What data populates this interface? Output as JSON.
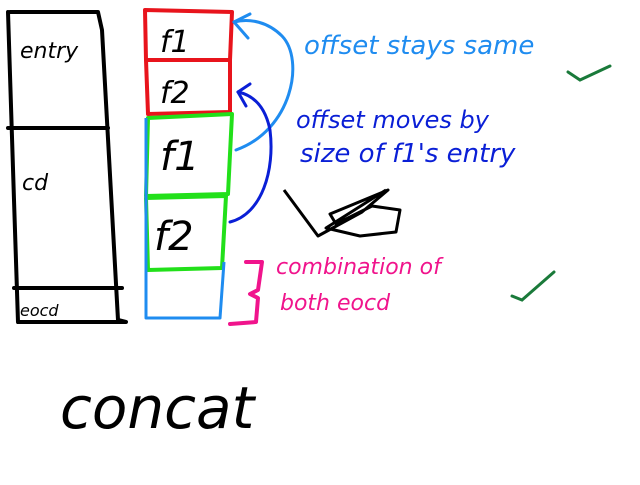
{
  "left_stack": {
    "entry_label": "entry",
    "cd_label": "cd",
    "eocd_label": "eocd"
  },
  "right_stack": {
    "first_1": "f1",
    "first_2": "f2",
    "second_1": "f1",
    "second_2": "f2"
  },
  "annotations": {
    "offset_same": "offset stays same",
    "offset_moves_line1": "offset moves by",
    "offset_moves_line2": "size of f1's entry",
    "combination_line1": "combination of",
    "combination_line2": "both eocd",
    "bottom_label": "concat"
  },
  "colors": {
    "black": "#000000",
    "red": "#e8141c",
    "green": "#22e01a",
    "light_blue": "#1f8cf0",
    "dark_blue": "#0a1fd6",
    "pink": "#f0148c",
    "dark_green": "#1a7a3a"
  }
}
